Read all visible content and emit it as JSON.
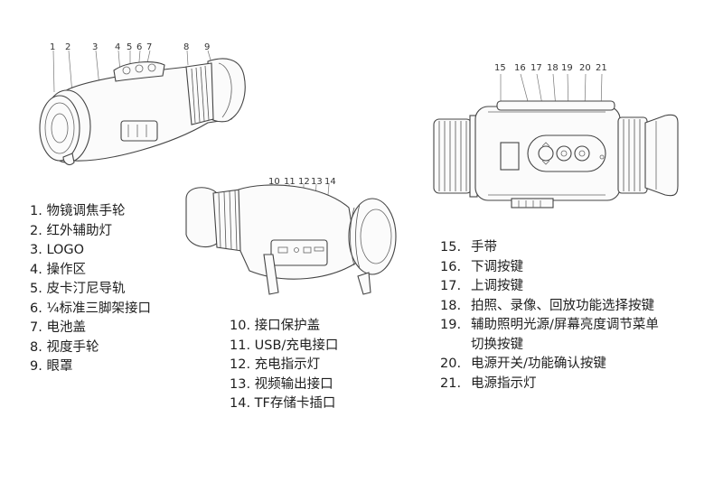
{
  "figure1": {
    "callouts": [
      "1",
      "2",
      "3",
      "4",
      "5",
      "6",
      "7",
      "8",
      "9"
    ]
  },
  "figure2": {
    "callouts": [
      "10",
      "11",
      "12",
      "13",
      "14"
    ]
  },
  "figure3": {
    "callouts": [
      "15",
      "16",
      "17",
      "18",
      "19",
      "20",
      "21"
    ]
  },
  "left_list": [
    "1. 物镜调焦手轮",
    "2. 红外辅助灯",
    "3. LOGO",
    "4. 操作区",
    "5. 皮卡汀尼导轨",
    "6. ¼标准三脚架接口",
    "7. 电池盖",
    "8. 视度手轮",
    "9. 眼罩"
  ],
  "middle_list": [
    "10. 接口保护盖",
    "11. USB/充电接口",
    "12. 充电指示灯",
    "13. 视频输出接口",
    "14. TF存储卡插口"
  ],
  "right_list": [
    {
      "num": "15.",
      "text": "手带"
    },
    {
      "num": "16.",
      "text": "下调按键"
    },
    {
      "num": "17.",
      "text": "上调按键"
    },
    {
      "num": "18.",
      "text": "拍照、录像、回放功能选择按键"
    },
    {
      "num": "19.",
      "text": "辅助照明光源/屏幕亮度调节菜单",
      "cont": "切换按键"
    },
    {
      "num": "20.",
      "text": "电源开关/功能确认按键"
    },
    {
      "num": "21.",
      "text": "电源指示灯"
    }
  ]
}
